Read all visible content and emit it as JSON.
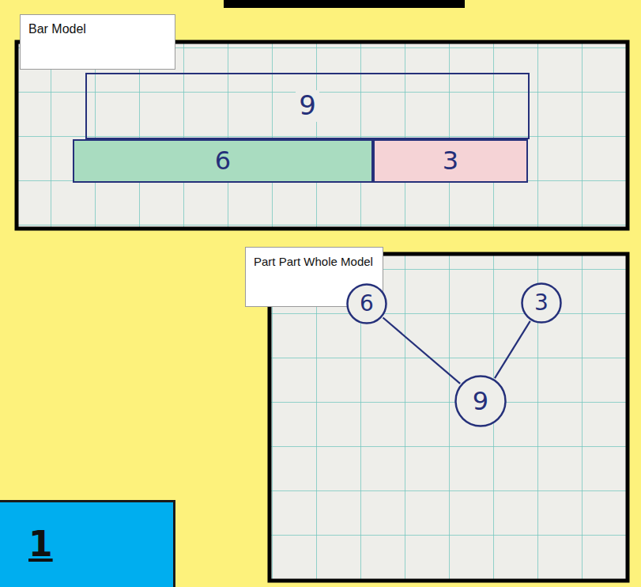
{
  "diagram": {
    "nodes": [
      {
        "text": [
          "Bar Model"
        ]
      },
      {
        "text": [
          "9"
        ]
      },
      {
        "text": [
          "6"
        ]
      },
      {
        "text": [
          "3"
        ]
      },
      {
        "text": [
          "Part Part Whole Model"
        ]
      },
      {
        "text": [
          "6"
        ]
      },
      {
        "text": [
          "3"
        ]
      },
      {
        "text": [
          "9"
        ]
      },
      {
        "text": [
          "1"
        ]
      }
    ],
    "edges": [
      {
        "from": 5,
        "to": 7,
        "arrow": "none"
      },
      {
        "from": 6,
        "to": 7,
        "arrow": "none"
      }
    ]
  }
}
